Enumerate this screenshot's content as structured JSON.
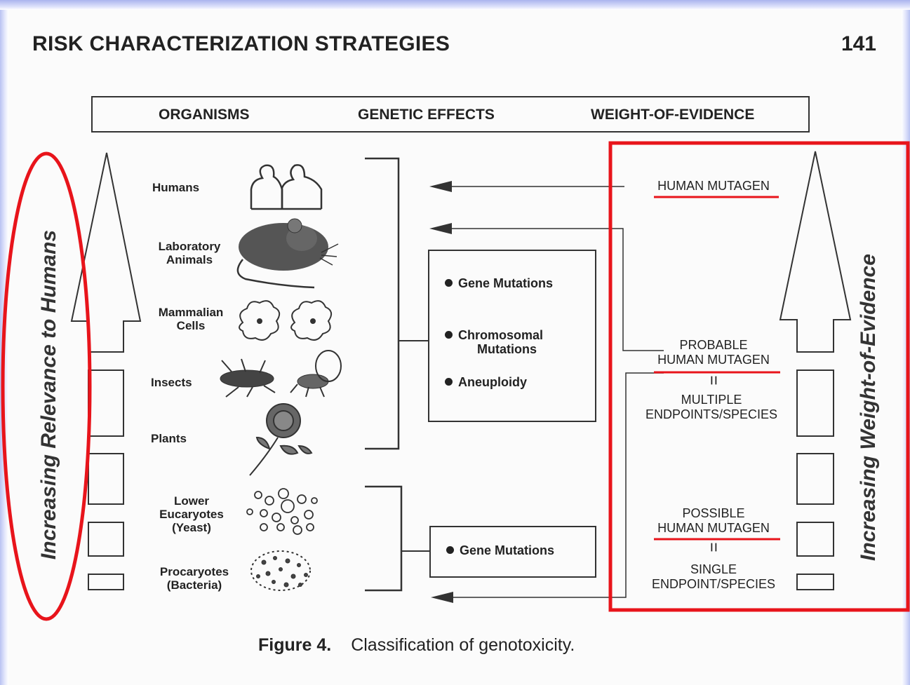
{
  "header": {
    "title": "RISK CHARACTERIZATION STRATEGIES",
    "page_number": "141"
  },
  "column_headers": [
    "ORGANISMS",
    "GENETIC EFFECTS",
    "WEIGHT-OF-EVIDENCE"
  ],
  "left_axis_label": "Increasing Relevance to Humans",
  "right_axis_label": "Increasing Weight-of-Evidence",
  "organisms": [
    {
      "label": "Humans",
      "icon": "humans-icon"
    },
    {
      "label": "Laboratory Animals",
      "icon": "mouse-icon"
    },
    {
      "label": "Mammalian Cells",
      "icon": "cells-icon"
    },
    {
      "label": "Insects",
      "icon": "insects-icon"
    },
    {
      "label": "Plants",
      "icon": "flower-icon"
    },
    {
      "label": "Lower Eucaryotes (Yeast)",
      "icon": "yeast-icon"
    },
    {
      "label": "Procaryotes (Bacteria)",
      "icon": "bacteria-icon"
    }
  ],
  "organism_lines": {
    "laboratory": [
      "Laboratory",
      "Animals"
    ],
    "mammalian": [
      "Mammalian",
      "Cells"
    ],
    "lower": [
      "Lower",
      "Eucaryotes",
      "(Yeast)"
    ],
    "procaryotes": [
      "Procaryotes",
      "(Bacteria)"
    ]
  },
  "genetic_effects": {
    "upper_group": [
      "Gene Mutations",
      "Chromosomal Mutations",
      "Aneuploidy"
    ],
    "chromosomal_lines": [
      "Chromosomal",
      "Mutations"
    ],
    "lower_group": [
      "Gene Mutations"
    ]
  },
  "weight_of_evidence": {
    "human": "HUMAN MUTAGEN",
    "probable": [
      "PROBABLE",
      "HUMAN MUTAGEN"
    ],
    "equals": "=",
    "multiple": [
      "MULTIPLE",
      "ENDPOINTS/SPECIES"
    ],
    "possible": [
      "POSSIBLE",
      "HUMAN MUTAGEN"
    ],
    "single": [
      "SINGLE",
      "ENDPOINT/SPECIES"
    ]
  },
  "caption": {
    "label": "Figure 4.",
    "text": "Classification of genotoxicity."
  },
  "annotation_colors": {
    "highlight": "#e8141b"
  }
}
